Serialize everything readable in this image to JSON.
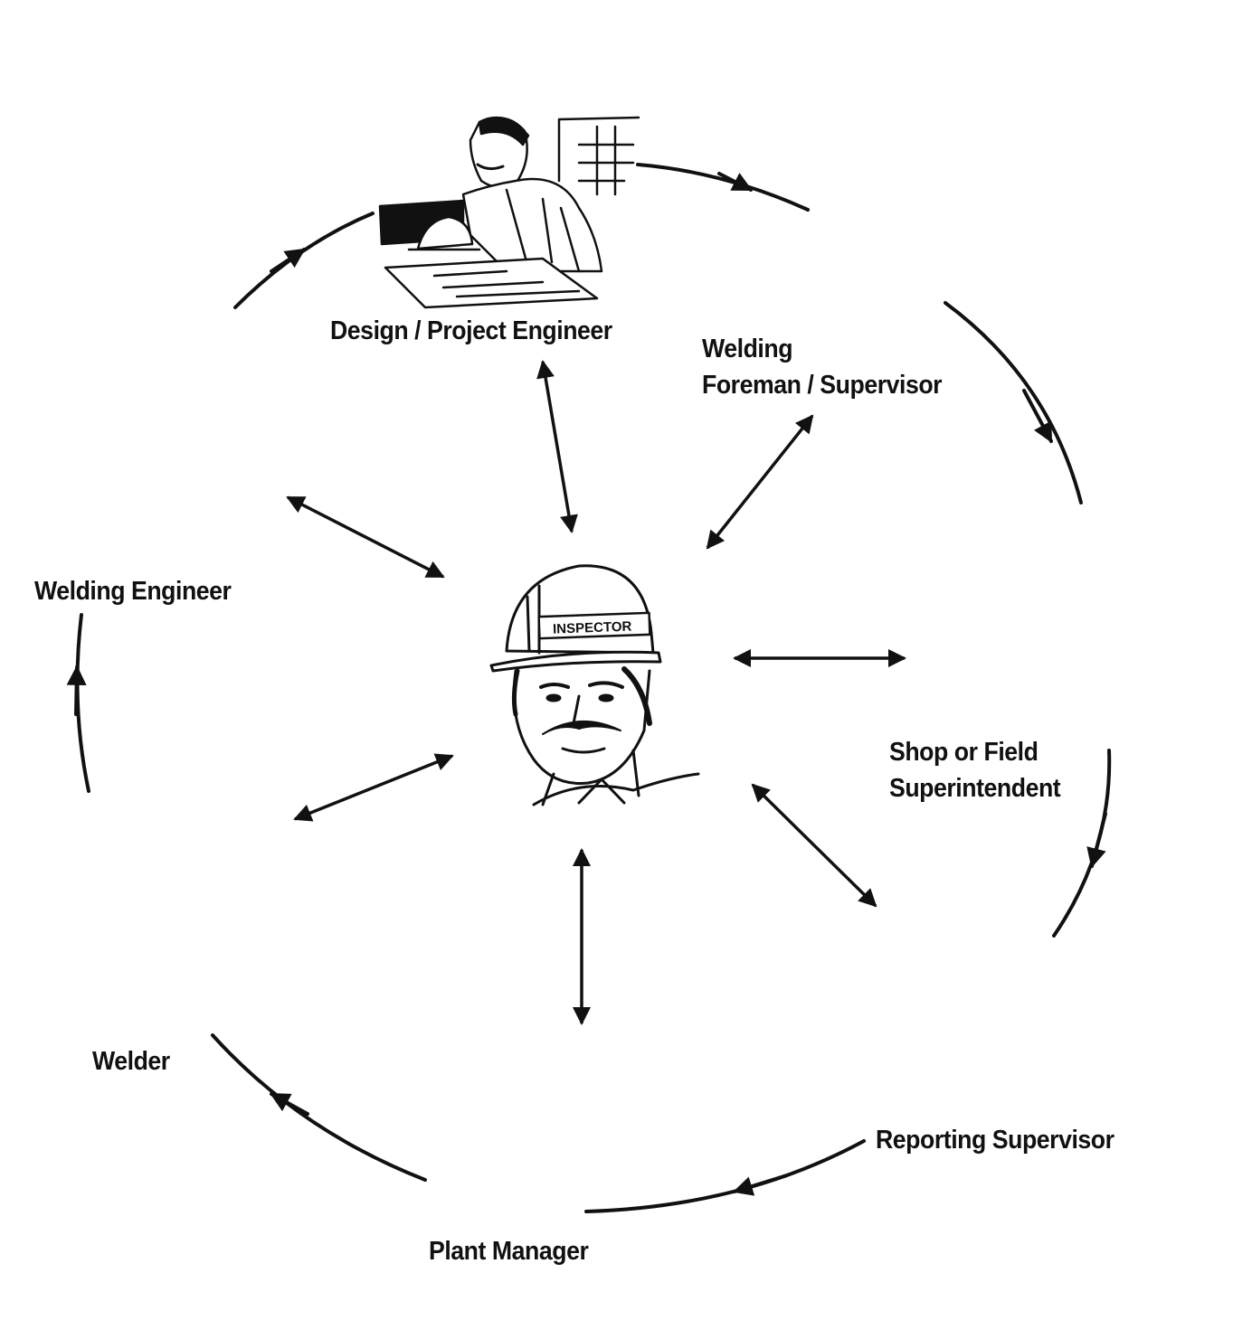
{
  "center": {
    "role": "inspector",
    "helmet_text": "INSPECTOR"
  },
  "roles": {
    "design_engineer": "Design / Project Engineer",
    "welding_foreman_line1": "Welding",
    "welding_foreman_line2": "Foreman / Supervisor",
    "shop_superintendent_line1": "Shop or Field",
    "shop_superintendent_line2": "Superintendent",
    "reporting_supervisor": "Reporting Supervisor",
    "plant_manager": "Plant Manager",
    "welder": "Welder",
    "welding_engineer": "Welding Engineer"
  },
  "colors": {
    "ink": "#111111",
    "background": "#ffffff"
  }
}
